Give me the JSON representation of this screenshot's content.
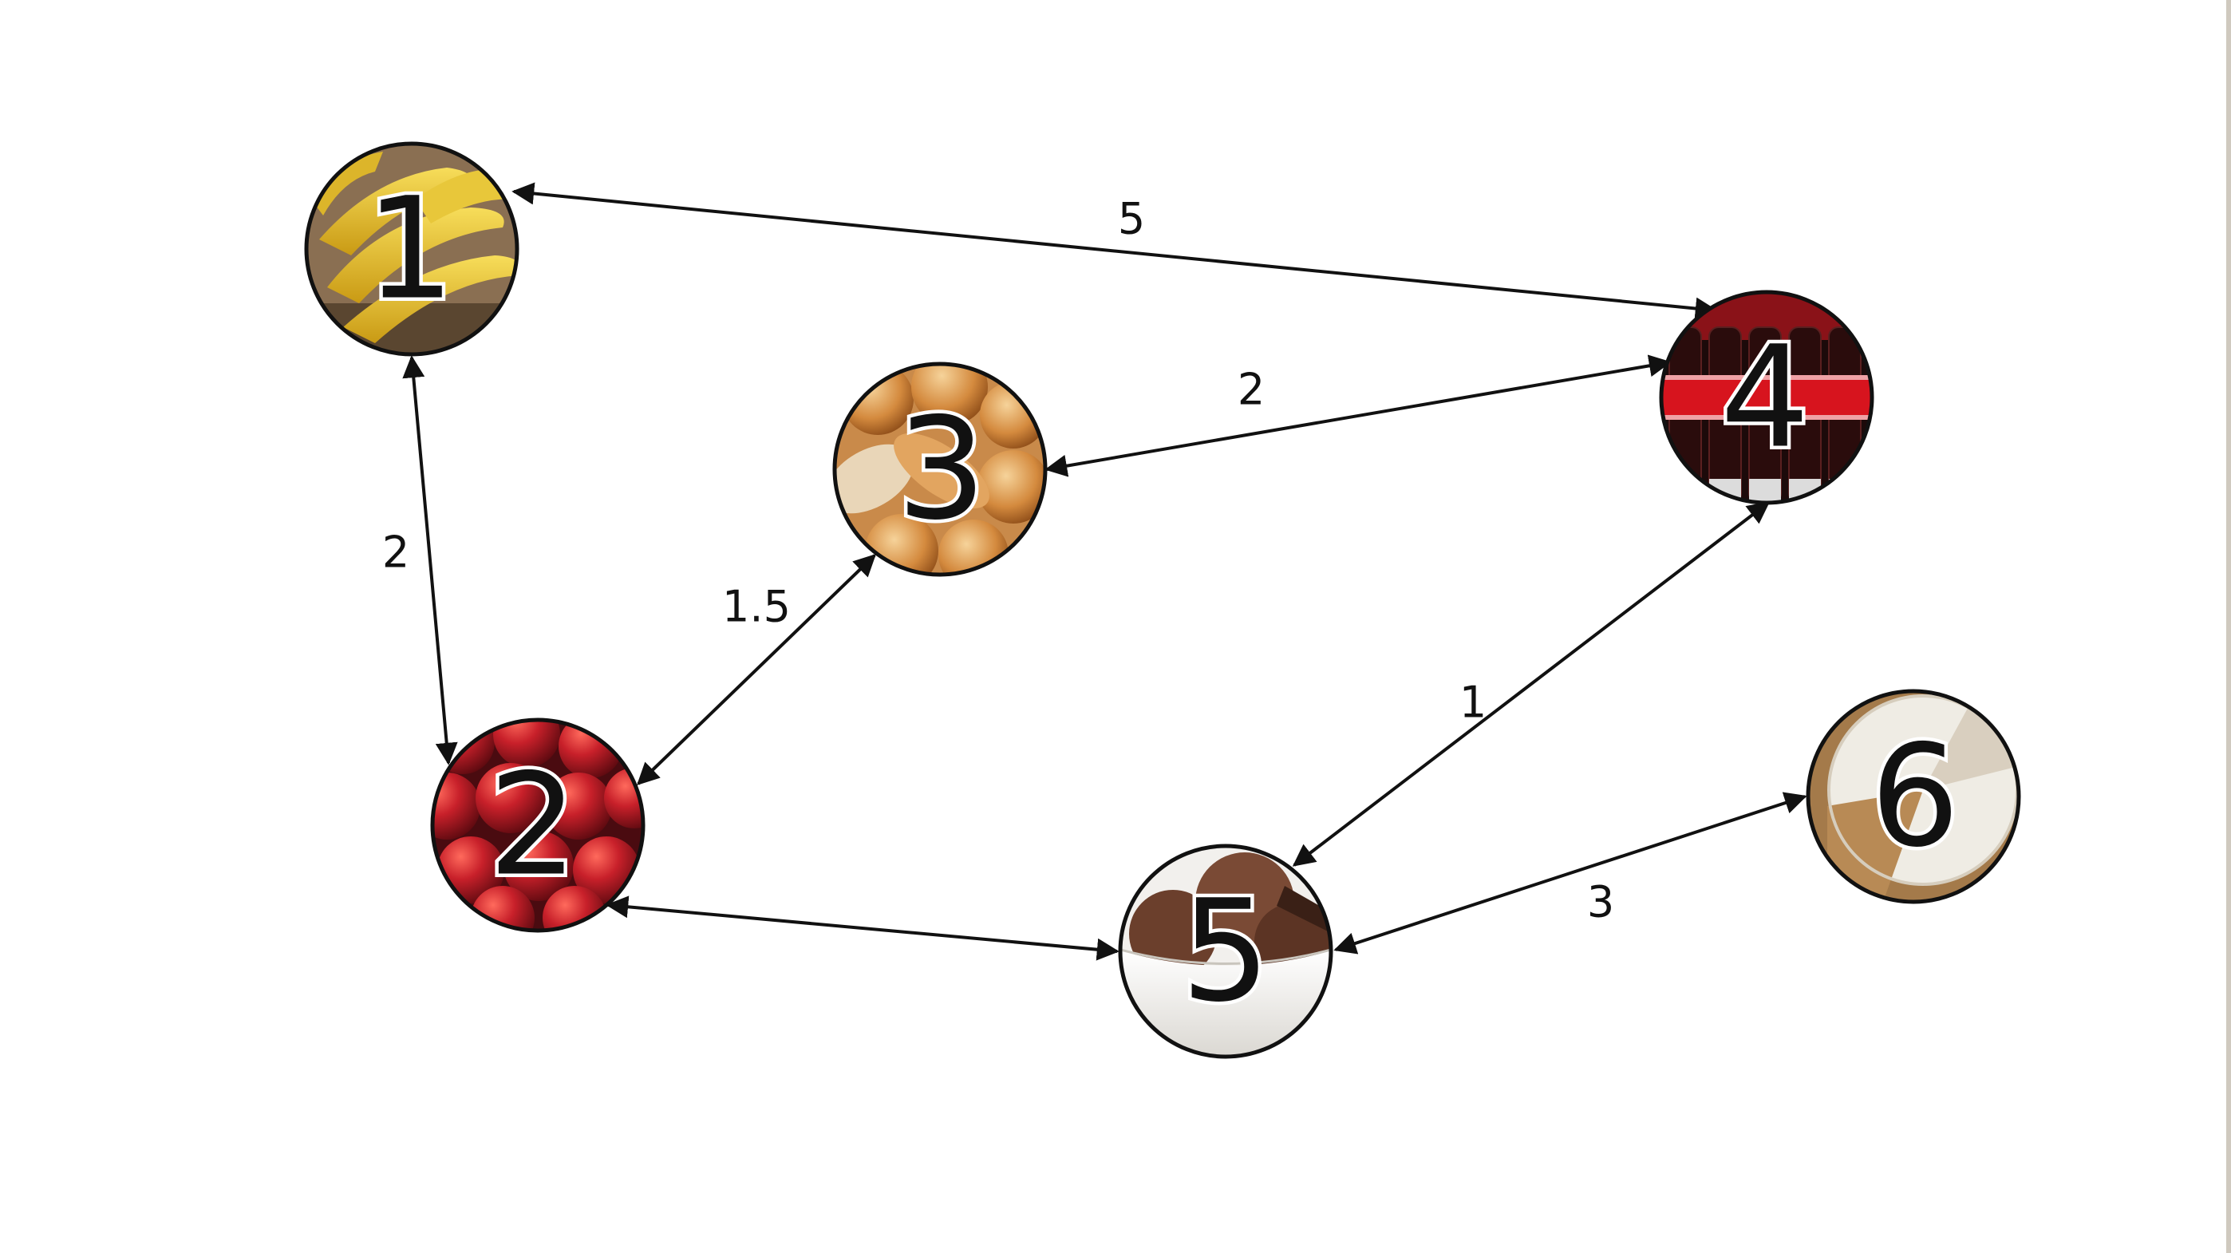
{
  "nodes": [
    {
      "id": "1",
      "label": "1",
      "image": "bananas"
    },
    {
      "id": "2",
      "label": "2",
      "image": "red apples"
    },
    {
      "id": "3",
      "label": "3",
      "image": "bread rolls"
    },
    {
      "id": "4",
      "label": "4",
      "image": "cola bottles"
    },
    {
      "id": "5",
      "label": "5",
      "image": "chocolate ice cream"
    },
    {
      "id": "6",
      "label": "6",
      "image": "cheese wheel"
    }
  ],
  "edges": [
    {
      "id": "e14",
      "from": "1",
      "to": "4",
      "weight": "5"
    },
    {
      "id": "e12",
      "from": "1",
      "to": "2",
      "weight": "2"
    },
    {
      "id": "e34",
      "from": "3",
      "to": "4",
      "weight": "2"
    },
    {
      "id": "e23",
      "from": "2",
      "to": "3",
      "weight": "1.5"
    },
    {
      "id": "e45",
      "from": "4",
      "to": "5",
      "weight": "1"
    },
    {
      "id": "e25",
      "from": "2",
      "to": "5",
      "weight": ""
    },
    {
      "id": "e56",
      "from": "5",
      "to": "6",
      "weight": "3"
    }
  ]
}
